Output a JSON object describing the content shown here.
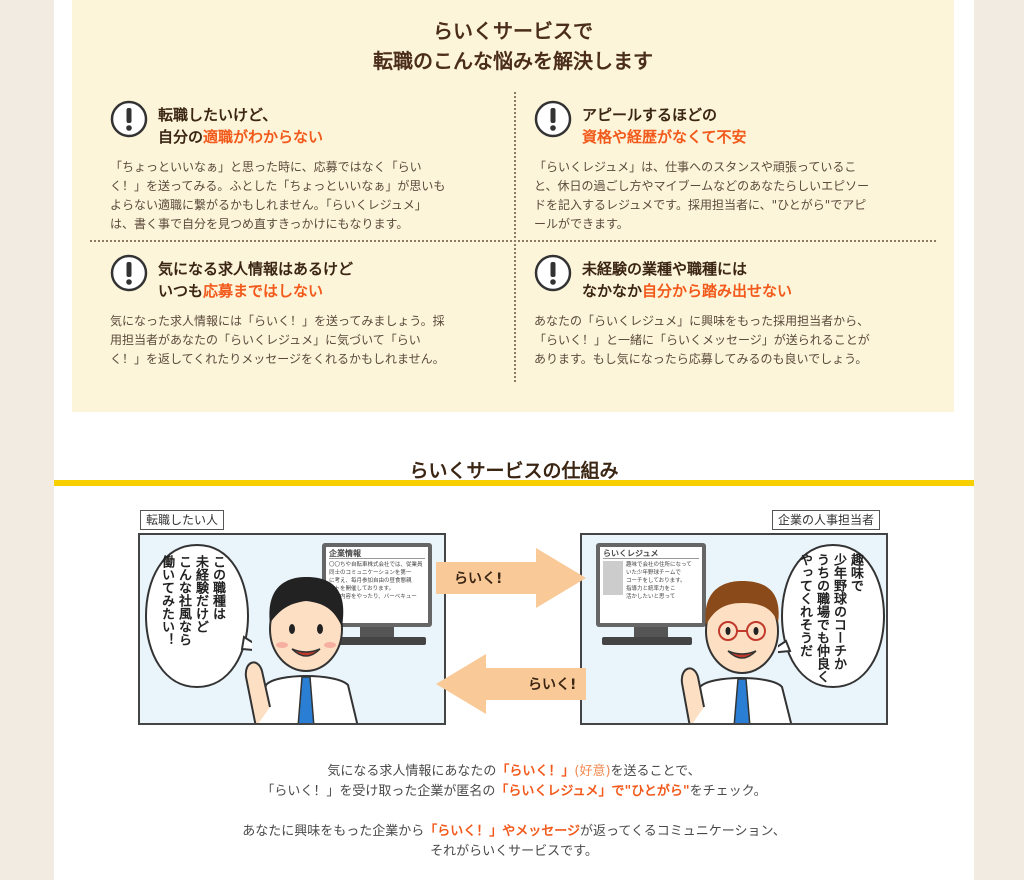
{
  "problems": {
    "title_line1": "らいくサービスで",
    "title_line2": "転職のこんな悩みを解決します",
    "cards": [
      {
        "head_line1": "転職したいけど、",
        "head_line2_pre": "自分の",
        "head_line2_accent": "適職がわからない",
        "head_line2_post": "",
        "body_lines": [
          "「ちょっといいなぁ」と思った時に、応募ではなく「らい",
          "く！」を送ってみる。ふとした「ちょっといいなぁ」が思いも",
          "よらない適職に繋がるかもしれません。「らいくレジュメ」",
          "は、書く事で自分を見つめ直すきっかけにもなります。"
        ]
      },
      {
        "head_line1": "アピールするほどの",
        "head_line2_pre": "",
        "head_line2_accent": "資格や経歴がなくて不安",
        "head_line2_post": "",
        "body_lines": [
          "「らいくレジュメ」は、仕事へのスタンスや頑張っているこ",
          "と、休日の過ごし方やマイブームなどのあなたらしいエピソー",
          "ドを記入するレジュメです。採用担当者に、\"ひとがら\"でアピ",
          "ールができます。"
        ]
      },
      {
        "head_line1": "気になる求人情報はあるけど",
        "head_line2_pre": "いつも",
        "head_line2_accent": "応募まではしない",
        "head_line2_post": "",
        "body_lines": [
          "気になった求人情報には「らいく！」を送ってみましょう。採",
          "用担当者があなたの「らいくレジュメ」に気づいて「らい",
          "く！」を返してくれたりメッセージをくれるかもしれません。"
        ]
      },
      {
        "head_line1": "未経験の業種や職種には",
        "head_line2_pre": "なかなか",
        "head_line2_accent": "自分から踏み出せない",
        "head_line2_post": "",
        "body_lines": [
          "あなたの「らいくレジュメ」に興味をもった採用担当者から、",
          "「らいく！」と一緒に「らいくメッセージ」が送られることが",
          "あります。もし気になったら応募してみるのも良いでしょう。"
        ]
      }
    ]
  },
  "system": {
    "title": "らいくサービスの仕組み",
    "left_tag": "転職したい人",
    "right_tag": "企業の人事担当者",
    "left_screen_title": "企業情報",
    "left_screen_lines": [
      "〇〇ちや自転車株式会社では、従業員",
      "同士のコミュニケーションを第一",
      "に考え、毎月参加自由の昼食懇親",
      "ントを開催しております。",
      "活動内容をやったり、バーベキュー"
    ],
    "right_screen_title": "らいくレジュメ",
    "right_screen_lines": [
      "趣味で会社の住所になって",
      "いた少年野球チームで",
      "コーチをしております。",
      "指導力と統率力をこ",
      "活かしたいと思って"
    ],
    "left_bubble_lines": [
      "この職種は",
      "未経験だけど",
      "こんな社風なら",
      "働いてみたい！"
    ],
    "right_bubble_lines": [
      "趣味で",
      "少年野球のコーチか",
      "うちの職場でも仲良く",
      "やってくれそうだ"
    ],
    "arrow_right_label": "らいく!",
    "arrow_left_label": "らいく!"
  },
  "summary": {
    "p1_l1_pre": "気になる求人情報にあなたの",
    "p1_l1_em": "「らいく！」",
    "p1_l1_soft": "(好意)",
    "p1_l1_post": "を送ることで、",
    "p1_l2_pre": "「らいく！」を受け取った企業が匿名の",
    "p1_l2_em": "「らいくレジュメ」で\"ひとがら\"",
    "p1_l2_post": "をチェック。",
    "p2_l1_pre": "あなたに興味をもった企業から",
    "p2_l1_em": "「らいく！」やメッセージ",
    "p2_l1_post": "が返ってくるコミュニケーション、",
    "p2_l2": "それがらいくサービスです。"
  },
  "colors": {
    "accent": "#f25a1c",
    "cream": "#fdf5da",
    "yellow_bar": "#f8d000",
    "arrow": "#f9c998"
  }
}
